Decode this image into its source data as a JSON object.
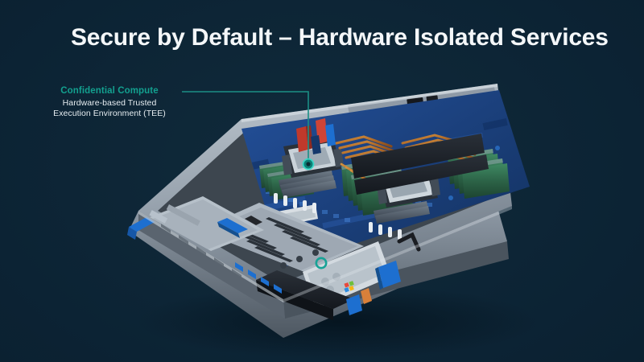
{
  "slide": {
    "background_color": "#0a1f2d",
    "title": "Secure by Default – Hardware Isolated Services"
  },
  "callout": {
    "label": "Confidential Compute",
    "label_color": "#13a08f",
    "subtitle_line1": "Hardware-based Trusted",
    "subtitle_line2": "Execution Environment (TEE)",
    "subtitle_color": "#e6edf1",
    "leader_color": "#1b8f85",
    "marker_primary": "cpu-socket-marker",
    "marker_secondary": "chassis-module-marker"
  },
  "image": {
    "alt": "Open 1U rack server chassis, isometric view",
    "accent_colors": {
      "pcb": "#1b3f77",
      "dimm": "#2f6b4f",
      "heatsink": "#4a5560",
      "copper": "#b5702f",
      "chassis": "#9aa7b3",
      "latch_blue": "#1d6fd0",
      "latch_red": "#c0392b"
    }
  }
}
